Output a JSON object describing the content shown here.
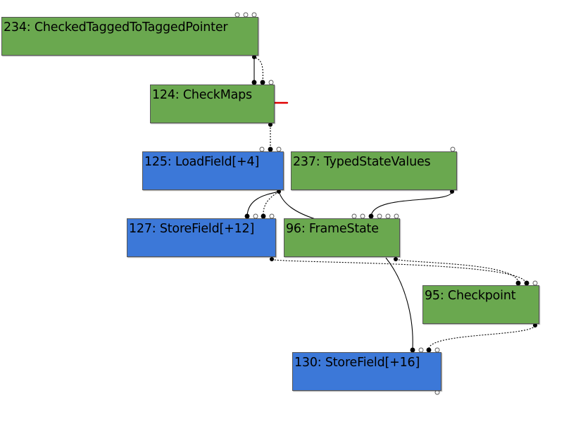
{
  "nodes": [
    {
      "key": "n234",
      "label": "234: CheckedTaggedToTaggedPointer",
      "kind": "green"
    },
    {
      "key": "n124",
      "label": "124: CheckMaps",
      "kind": "green"
    },
    {
      "key": "n125",
      "label": "125: LoadField[+4]",
      "kind": "blue"
    },
    {
      "key": "n237",
      "label": "237: TypedStateValues",
      "kind": "green"
    },
    {
      "key": "n127",
      "label": "127: StoreField[+12]",
      "kind": "blue"
    },
    {
      "key": "n96",
      "label": "96: FrameState",
      "kind": "green"
    },
    {
      "key": "n95",
      "label": "95: Checkpoint",
      "kind": "green"
    },
    {
      "key": "n130",
      "label": "130: StoreField[+16]",
      "kind": "blue"
    }
  ],
  "edges": [
    {
      "from": "n234",
      "to": "n124",
      "style": "solid"
    },
    {
      "from": "n234",
      "to": "n124",
      "style": "dashed"
    },
    {
      "from": "n124",
      "to": "n125",
      "style": "dashed"
    },
    {
      "from": "n125",
      "to": "n127",
      "style": "solid"
    },
    {
      "from": "n125",
      "to": "n127",
      "style": "dashed"
    },
    {
      "from": "n125",
      "to": "n96",
      "style": "solid"
    },
    {
      "from": "n237",
      "to": "n96",
      "style": "solid"
    },
    {
      "from": "n127",
      "to": "n95",
      "style": "dashed"
    },
    {
      "from": "n96",
      "to": "n95",
      "style": "dashed"
    },
    {
      "from": "n96",
      "to": "n130",
      "style": "solid"
    },
    {
      "from": "n95",
      "to": "n130",
      "style": "dashed"
    }
  ],
  "colors": {
    "green": "#6aa84f",
    "blue": "#3c78d8",
    "annotation": "#e00000"
  }
}
